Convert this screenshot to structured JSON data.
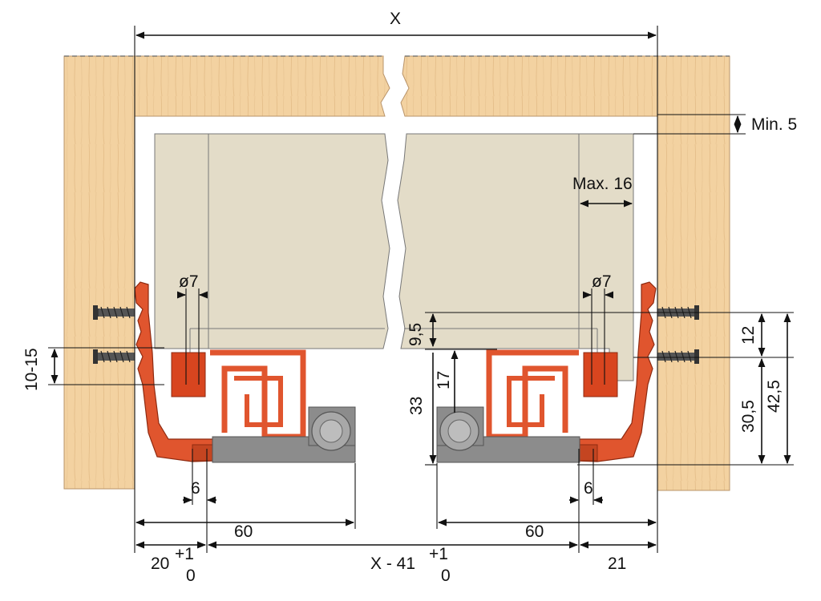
{
  "diagram": {
    "overall_width": "X",
    "min_gap": "Min. 5",
    "max_thickness": "Max. 16",
    "hole_left": "ø7",
    "hole_right": "ø7",
    "screw_range": "10-15",
    "depth_9_5": "9,5",
    "height_17": "17",
    "height_33": "33",
    "height_12": "12",
    "height_30_5": "30,5",
    "height_42_5": "42,5",
    "offset_left": "6",
    "offset_right": "6",
    "length_left": "60",
    "length_right": "60",
    "side_left": "20",
    "tol_left_top": "+1",
    "tol_left_bottom": "0",
    "middle_formula": "X - 41",
    "tol_mid_top": "+1",
    "tol_mid_bottom": "0",
    "side_right": "21"
  },
  "colors": {
    "wood": "#f3d2a1",
    "wood_grain": "#e2b985",
    "drawer": "#e3dcc8",
    "runner": "#e0552e",
    "runner_dark": "#b23a1a",
    "roller": "#8c8c8c",
    "line": "#111111"
  }
}
